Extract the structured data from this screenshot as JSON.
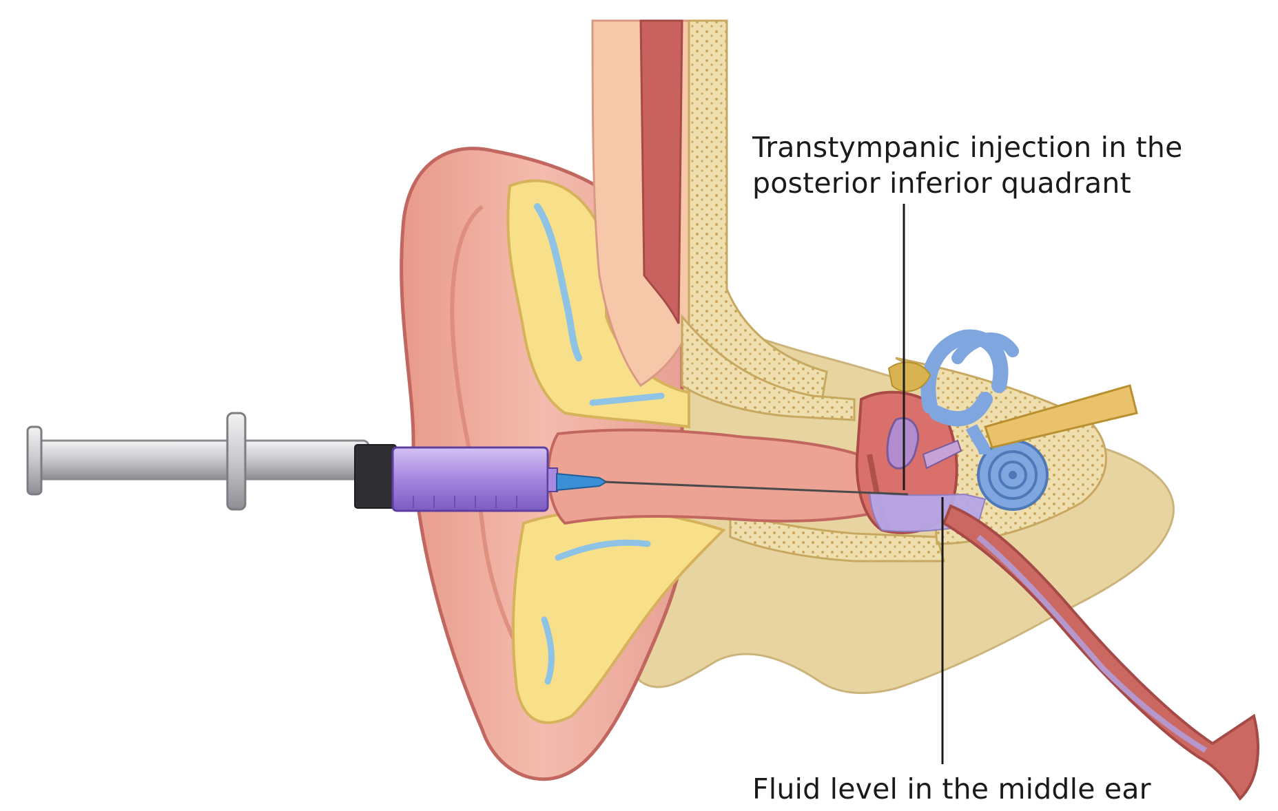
{
  "labels": {
    "injection_line1": "Transtympanic injection in the",
    "injection_line2": "posterior inferior quadrant",
    "fluid": "Fluid level in the middle ear"
  },
  "colors": {
    "skin": "#f2b3a3",
    "skin_dark": "#c9706a",
    "cartilage": "#f8df8a",
    "bone": "#e9d6a2",
    "bone_dots": "#c6a458",
    "muscle": "#c45b5b",
    "labyrinth": "#7fa6df",
    "fluid": "#b6a6e6",
    "syringe_barrel": "#a98ae0",
    "syringe_plunger": "#c9c9cc",
    "needle_hub": "#3a8fd6"
  }
}
